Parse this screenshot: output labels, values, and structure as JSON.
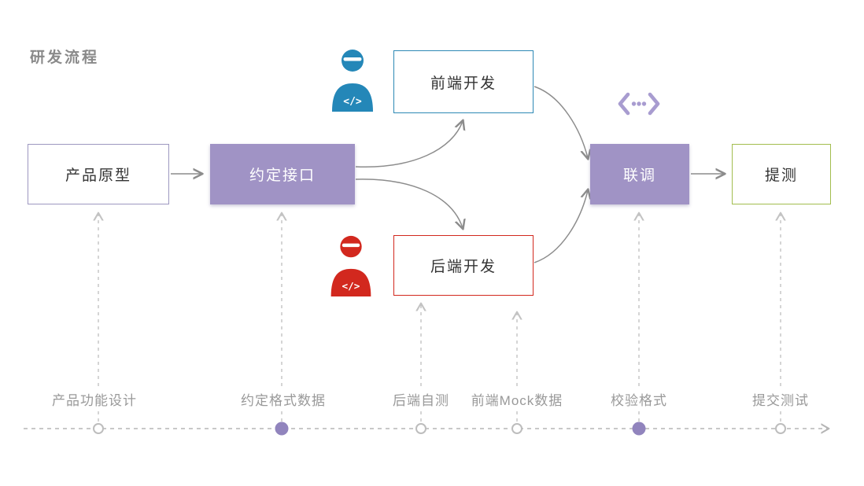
{
  "title": "研发流程",
  "flow": {
    "product": "产品原型",
    "interface": "约定接口",
    "frontend": "前端开发",
    "backend": "后端开发",
    "joint_debug": "联调",
    "submit_test": "提测"
  },
  "icons": {
    "frontend_dev": "frontend-developer-icon",
    "backend_dev": "backend-developer-icon",
    "api_brackets": "code-brackets-icon",
    "dev_code_glyph": "</>"
  },
  "timeline": {
    "milestones": [
      {
        "label": "产品功能设计",
        "filled": false
      },
      {
        "label": "约定格式数据",
        "filled": true
      },
      {
        "label": "后端自测",
        "filled": false
      },
      {
        "label": "前端Mock数据",
        "filled": false
      },
      {
        "label": "校验格式",
        "filled": true
      },
      {
        "label": "提交测试",
        "filled": false
      }
    ]
  },
  "colors": {
    "purple_fill": "#a093c5",
    "purple_icon": "#a89cd0",
    "blue": "#2d89b5",
    "red": "#d2281e",
    "green": "#a2bd4e",
    "arrow_gray": "#8c8c8c",
    "label_gray": "#999999"
  }
}
